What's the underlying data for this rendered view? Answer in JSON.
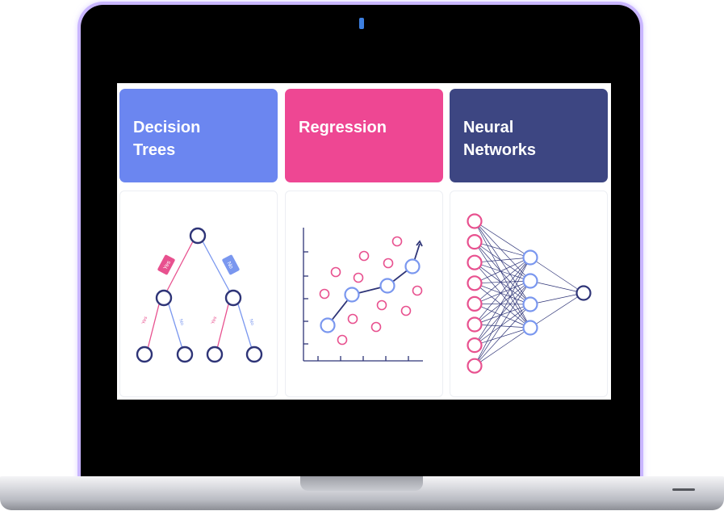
{
  "colors": {
    "decision_trees": "#6b86f0",
    "regression": "#ee4793",
    "neural_networks": "#3d4682",
    "navy": "#2e3477",
    "pink": "#e8518f",
    "blue": "#7a97ef"
  },
  "panels": [
    {
      "title_lines": [
        "Decision",
        "Trees"
      ]
    },
    {
      "title_lines": [
        "Regression"
      ]
    },
    {
      "title_lines": [
        "Neural",
        "Networks"
      ]
    }
  ],
  "tree": {
    "left_branch": "Yes",
    "right_branch": "No"
  }
}
